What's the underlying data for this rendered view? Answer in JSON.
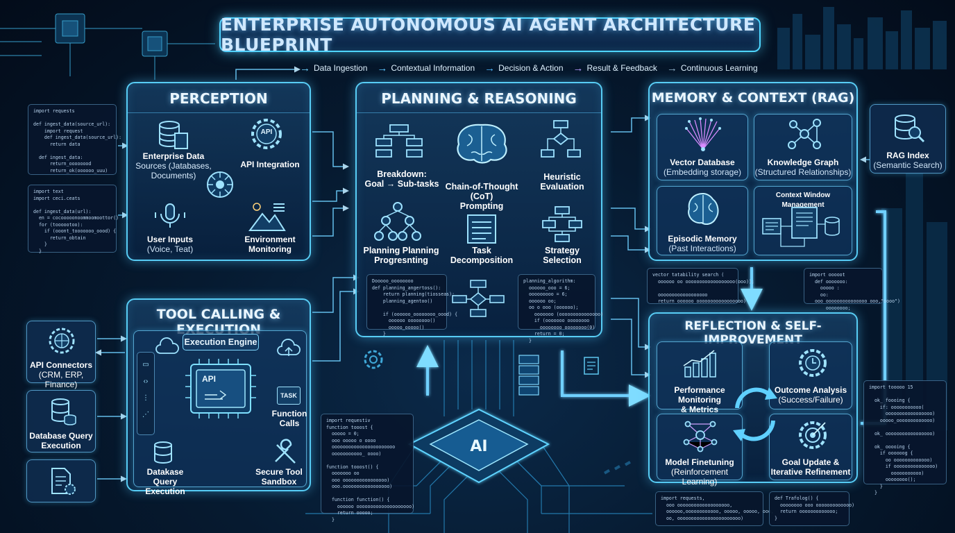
{
  "title": "ENTERPRISE AUTONOMOUS AI AGENT ARCHITECTURE BLUEPRINT",
  "legend": [
    {
      "label": "Data Ingestion",
      "color": "#6fd3ff"
    },
    {
      "label": "Contextual Information",
      "color": "#5bc4ff"
    },
    {
      "label": "Decision & Action",
      "color": "#4fb8ff"
    },
    {
      "label": "Result & Feedback",
      "color": "#b89cff"
    },
    {
      "label": "Continuous Learning",
      "color": "#8fb0c8"
    }
  ],
  "perception": {
    "title": "PERCEPTION",
    "enterprise": {
      "l1": "Enterprise Data",
      "l2": "Sources (Jatabases, Documents)"
    },
    "api": {
      "l1": "API Integration",
      "badge": "API"
    },
    "user": {
      "l1": "User Inputs",
      "l2": "(Voice, Teat)"
    },
    "env": {
      "l1": "Environment",
      "l2": "Monitoring"
    }
  },
  "planning": {
    "title": "PLANNING & REASONING",
    "breakdown": {
      "l1": "Breakdown:",
      "l2": "Goal → Sub-tasks"
    },
    "cot": {
      "l1": "Chain-of-Thought (CoT)",
      "l2": "Prompting"
    },
    "heuristic": {
      "l1": "Heuristic",
      "l2": "Evaluation"
    },
    "planning": {
      "l1": "Planning Planning",
      "l2": "Progresnting"
    },
    "task": {
      "l1": "Task",
      "l2": "Decomposition"
    },
    "strategy": {
      "l1": "Strategy",
      "l2": "Selection"
    }
  },
  "memory": {
    "title": "MEMORY & CONTEXT (RAG)",
    "vector": {
      "l1": "Vector Database",
      "l2": "(Embedding storage)"
    },
    "kg": {
      "l1": "Knowledge Graph",
      "l2": "(Structured Relationships)"
    },
    "episodic": {
      "l1": "Episodic Memory",
      "l2": "(Past Interactions)"
    },
    "cwm": {
      "l1": "Context Window Management"
    }
  },
  "rag_index": {
    "l1": "RAG Index",
    "l2": "(Semantic Search)"
  },
  "tool": {
    "title": "TOOL CALLING & EXECUTION",
    "engine": "Execution Engine",
    "api_badge": "API",
    "task_badge": "TASK",
    "function": {
      "l1": "Function",
      "l2": "Calls"
    },
    "dbq": {
      "l1": "Datakase Query",
      "l2": "Execution"
    },
    "sandbox": {
      "l1": "Secure Tool",
      "l2": "Sandbox"
    }
  },
  "side_left": {
    "api_connectors": {
      "l1": "API Connectors",
      "l2": "(CRM, ERP, Finance)"
    },
    "db_query": {
      "l1": "Database Query",
      "l2": "Execution"
    }
  },
  "reflection": {
    "title": "REFLECTION & SELF-IMPROVEMENT",
    "perf": {
      "l1": "Performance Monitoring",
      "l2": "& Metrics"
    },
    "outcome": {
      "l1": "Outcome Analysis",
      "l2": "(Success/Failure)"
    },
    "finetune": {
      "l1": "Model Finetuning",
      "l2": "(Reinforcement Learning)"
    },
    "goal": {
      "l1": "Goal Update &",
      "l2": "Iterative Refinement"
    }
  },
  "chip_label": "AI",
  "code_snippets": {
    "c1": "import requests\n\ndef ingest_data(source_url):\n    import request\n    def ingest_data(source_url):\n      return data\n\n  def ingest_data:\n      return_oooooood\n      return_ok(oooooo_uuu)",
    "c2": "import text\nimport ceci.ceats\n\ndef ingest_data(url):\n  en = cocooooonoommoomoottor()\n  for (toooootoo):\n    if (ooont_tooooooo_oood) {\n      return_obtain\n    }\n  }",
    "c3": "Dooooo_oooooooo\ndef planning_angertoss():\n    return planning(tiosseas);\n    planning_agentoo()\n\n    if (oooooo_oooooooo_oood) {\n      oooooo oooooooo()\n      ooooo_ooooo()\n    }",
    "c4": "planning_algorithm:\n  oooooo_ooo = 6;\n  ooooooooo = 6;\n  oooooo oo;\n  oo o ooo (oooooo);\n    ooooooo (ooooooooooooooo)\n    if (ooooooo oooooooo\n      oooooooo oooooooo(0)\n    return = 0;\n  }",
    "c5": "vector tatability search (\n  oooooo oo oooooooooooooooooo(ooo));\n\n  oooooooooooooooooo\n  return oooooo ooooooooooooooooo)",
    "c6": "import ooooot\n  def ooooooo:\n    ooooo :\n    oo:\n  ooo ooooooooooooooo ooo,\"oooo\")\n      oooooooo;",
    "c7": "import requestiv\nfunction tooost {\n  ooooo = 0;\n  ooo ooooo o oooo\n  ooooooooooooooooooooooo\n  ooooooooooo_ oooo)\n\nfunction tooost() {\n  ooooooo oo\n  ooo oooooooooooooooo)\n  ooo.ooooooooooooooooo)\n\n  function function() {\n    oooooo oooooooooooooooooooo)\n    return ooooo;\n  }",
    "c8": "import requests,\n  ooo ooooooooooooooooooo,\n  oooooo,oooooooooooo, ooooo, ooooo, ooo,\n  oo, ooooooooooooooooooooooo)",
    "c9": "def Trafolog() {\n  oooooooo ooo ooooooooooooo)\n  return ooooooooooooo;\n}",
    "c10": "import tooooo 15\n\n  ok_ foooing {\n    if: ooooooooooo(\n      ooooooooooooooooo)\n    ooooo_ooooooooooooo)\n\n  ok_ ooooooooooooooooo)\n\n  ok_ ooooing {\n    if oooooog {\n      oo ooooooooooooo)\n      if ooooooooooooooo)\n        ooooooooooo)\n      oooooooo();\n    }\n  }"
  }
}
